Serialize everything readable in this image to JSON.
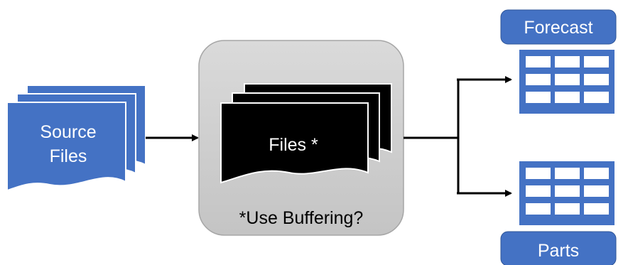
{
  "source": {
    "label_line1": "Source",
    "label_line2": "Files"
  },
  "process": {
    "files_label": "Files *",
    "note": "*Use Buffering?"
  },
  "outputs": [
    {
      "label": "Forecast"
    },
    {
      "label": "Parts"
    }
  ],
  "colors": {
    "blue": "#4472c4",
    "blue_stroke": "#2f5597",
    "box_fill": "#d3d3d3",
    "box_stroke": "#a6a6a6",
    "stack_fill": "#000000",
    "arrow": "#000000"
  }
}
